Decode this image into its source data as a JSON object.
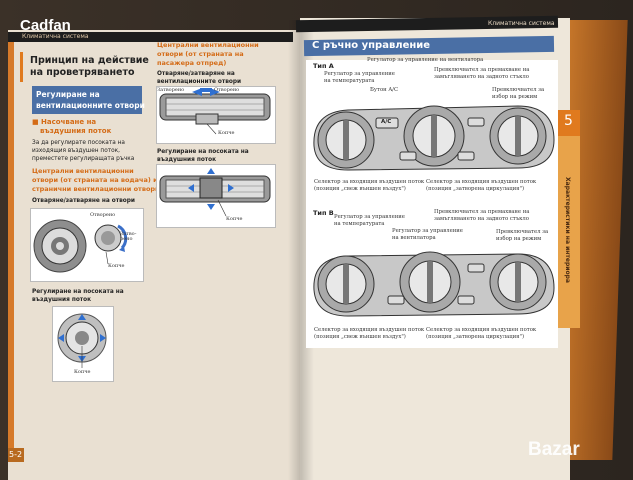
{
  "watermark": {
    "top_left": "Cadfan",
    "bottom_right": "Bazar"
  },
  "left_page": {
    "header_text": "Климатична система",
    "page_number": "5-2",
    "title": [
      "Принцип на действие",
      "на проветряването"
    ],
    "section_heading": [
      "Регулиране на",
      "вентилационните отвори"
    ],
    "subheading": [
      "■ Насочване на",
      "въздушния поток"
    ],
    "body": [
      "За да регулирате посоката на",
      "изходящия въздушен поток,",
      "преместете регулиращата ръчка"
    ],
    "orange_heading": [
      "Централни вентилационни",
      "отвори (от страната на водача) и",
      "странични вентилационни отвори"
    ],
    "open_close_label": "Отваряне/затваряне на отвори",
    "knob_labels": {
      "open": "Отворено",
      "closed": "Затво-рено",
      "handle": "Копче"
    },
    "adjust_label": [
      "Регулиране на посоката на",
      "въздушния поток"
    ],
    "adjust_handle": "Копче"
  },
  "middle_column": {
    "orange_heading": [
      "Централни вентилационни",
      "отвори (от страната на",
      "пасажера отпред)"
    ],
    "open_close_label": [
      "Отваряне/затваряне на",
      "вентилационните отвори"
    ],
    "fig1_labels": {
      "closed": "Затворено",
      "open": "Отворено",
      "handle": "Копче"
    },
    "adjust_label": [
      "Регулиране на посоката на",
      "въздушния поток"
    ],
    "fig2_handle": "Копче"
  },
  "right_page": {
    "header_text": "Климатична система",
    "tab_number": "5",
    "side_tab_text": "Характеристики на интериора",
    "title": "С ръчно управление",
    "type_a": {
      "label": "Тип А",
      "fan_regulator": "Регулатор за управление на вентилатора",
      "temp_regulator": [
        "Регулатор за управление",
        "на температурата"
      ],
      "ac_button": "Бутон A/C",
      "mode_switch": [
        "Превключвател за премахване на",
        "замъгляването на задното стъкло"
      ],
      "mode_selector": [
        "Превключвател за",
        "избор на режим"
      ],
      "ac_text": "A/C",
      "selector_fresh": [
        "Селектор за входящия въздушен поток",
        "(позиция „свеж външен въздух\")"
      ],
      "selector_recirc": [
        "Селектор за входящия въздушен поток",
        "(позиция „затворена циркулация\")"
      ]
    },
    "type_b": {
      "label": "Тип B",
      "temp_regulator": [
        "Регулатор за управление",
        "на температурата"
      ],
      "fan_regulator": [
        "Регулатор за управление",
        "на вентилатора"
      ],
      "defrost_switch": [
        "Превключвател за премахване на",
        "замъгляването на задното стъкло"
      ],
      "mode_selector": [
        "Превключвател за",
        "избор на режим"
      ],
      "selector_fresh": [
        "Селектор за входящия въздушен поток",
        "(позиция „свеж външен въздух\")"
      ],
      "selector_recirc": [
        "Селектор за входящия въздушен поток",
        "(позиция „затворена циркулация\")"
      ]
    }
  },
  "colors": {
    "orange": "#e07a1e",
    "section_blue": "#4a6fa5",
    "page": "#ece4d6"
  }
}
